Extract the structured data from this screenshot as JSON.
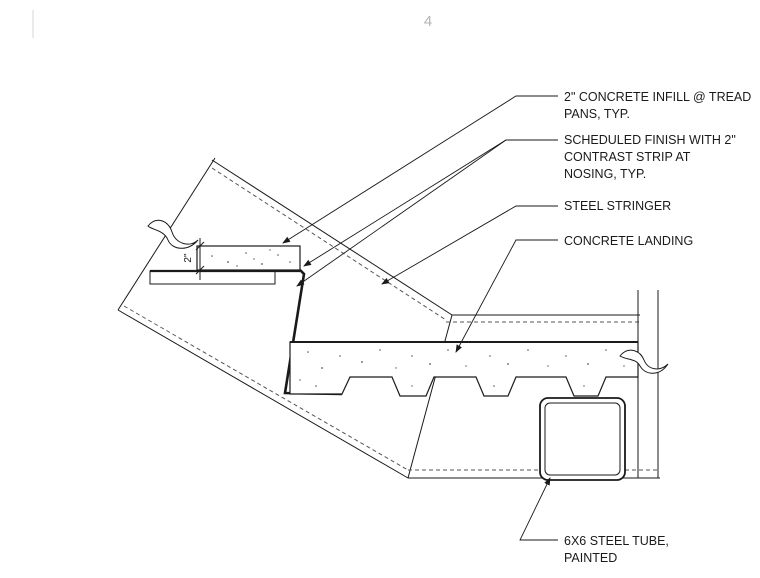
{
  "page": {
    "number": "4"
  },
  "callouts": [
    {
      "id": "concrete-infill",
      "lines": [
        "2\" CONCRETE INFILL @ TREAD",
        "PANS, TYP."
      ]
    },
    {
      "id": "scheduled-finish",
      "lines": [
        "SCHEDULED FINISH WITH 2\"",
        "CONTRAST STRIP AT",
        "NOSING, TYP."
      ]
    },
    {
      "id": "steel-stringer",
      "lines": [
        "STEEL STRINGER"
      ]
    },
    {
      "id": "concrete-landing",
      "lines": [
        "CONCRETE LANDING"
      ]
    },
    {
      "id": "steel-tube",
      "lines": [
        "6X6 STEEL TUBE,",
        "PAINTED"
      ]
    }
  ],
  "dimension": {
    "label": "2\""
  },
  "colors": {
    "ink": "#1a1a1a",
    "page_number": "#b5b5b5",
    "hidden_line": "#555555"
  },
  "icons": [
    "break-line-symbol"
  ]
}
